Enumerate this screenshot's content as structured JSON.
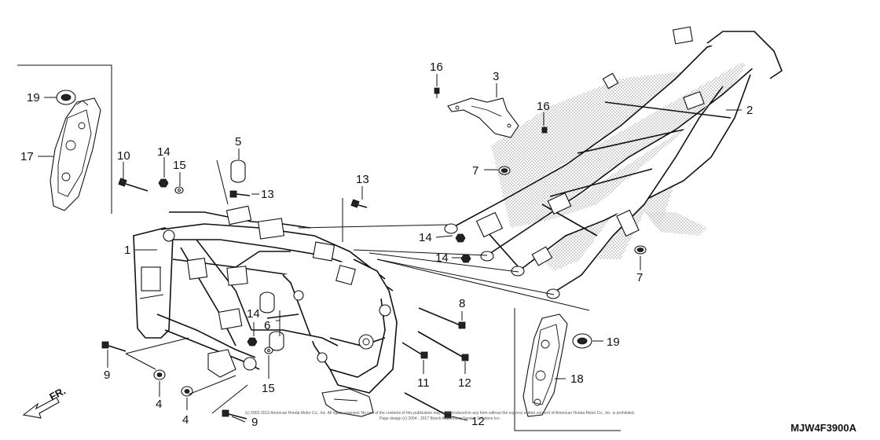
{
  "diagram": {
    "callouts": [
      "1",
      "2",
      "3",
      "4",
      "4",
      "5",
      "6",
      "7",
      "7",
      "8",
      "9",
      "9",
      "10",
      "11",
      "12",
      "12",
      "13",
      "13",
      "14",
      "14",
      "14",
      "14",
      "15",
      "15",
      "16",
      "16",
      "17",
      "18",
      "19",
      "19"
    ],
    "direction_label": "FR.",
    "diagram_code": "MJW4F3900A",
    "copyright_line1": "(c) 2002-2013 American Honda Motor Co., Inc. All rights reserved. No part of the contents of this publication may be reproduced in any form without the express written consent of American Honda Motor Co., Inc. is prohibited.",
    "copyright_line2": "Page design (c) 2004 - 2017 Bosch Automotive Service Solutions Inc."
  }
}
